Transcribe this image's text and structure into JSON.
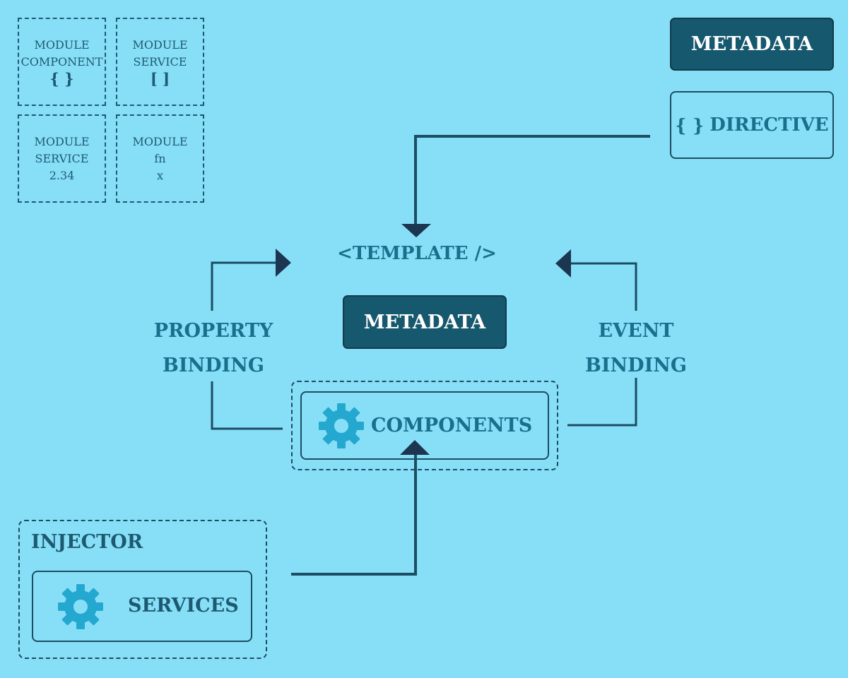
{
  "modules": [
    {
      "line1": "MODULE",
      "line2": "COMPONENT",
      "line3": "{ }"
    },
    {
      "line1": "MODULE",
      "line2": "SERVICE",
      "line3": "[ ]"
    },
    {
      "line1": "MODULE",
      "line2": "SERVICE",
      "line3": "2.34"
    },
    {
      "line1": "MODULE",
      "line2": "fn",
      "line3": "x"
    }
  ],
  "metadata_top": "METADATA",
  "directive": {
    "braces": "{ }",
    "label": "DIRECTIVE"
  },
  "template": "<TEMPLATE />",
  "metadata_center": "METADATA",
  "property_binding": {
    "line1": "PROPERTY",
    "line2": "BINDING"
  },
  "event_binding": {
    "line1": "EVENT",
    "line2": "BINDING"
  },
  "components": {
    "label": "COMPONENTS",
    "icon": "gear-icon"
  },
  "injector": {
    "title": "INJECTOR",
    "services_label": "SERVICES",
    "icon": "gear-icon"
  },
  "colors": {
    "background": "#87dff7",
    "dark_box": "#16586d",
    "line": "#1b4d63",
    "gear": "#24a8cf",
    "teal_text": "#1a6f8c"
  }
}
